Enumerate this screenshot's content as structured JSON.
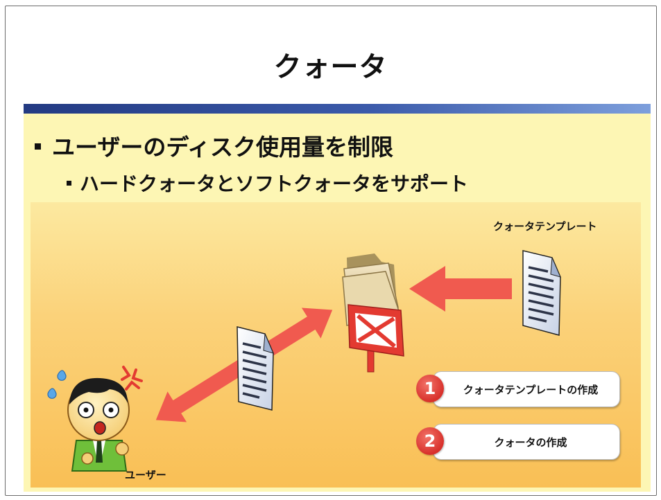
{
  "slide": {
    "title": "クォータ",
    "bullets": [
      "ユーザーのディスク使用量を制限",
      "ハードクォータとソフトクォータをサポート"
    ]
  },
  "diagram": {
    "template_label": "クォータテンプレート",
    "user_label": "ユーザー",
    "steps": [
      {
        "number": "1",
        "label": "クォータテンプレートの作成"
      },
      {
        "number": "2",
        "label": "クォータの作成"
      }
    ]
  },
  "icons": [
    "folder-icon",
    "no-entry-sign-icon",
    "document-icon",
    "surprised-user-icon",
    "anger-mark-icon",
    "sweat-drop-icon",
    "arrow-left-icon",
    "double-arrow-icon"
  ],
  "colors": {
    "header_bar": "#233a82",
    "content_bg": "#fdf6b4",
    "arrow": "#f05a4f",
    "badge": "#d8302b"
  }
}
